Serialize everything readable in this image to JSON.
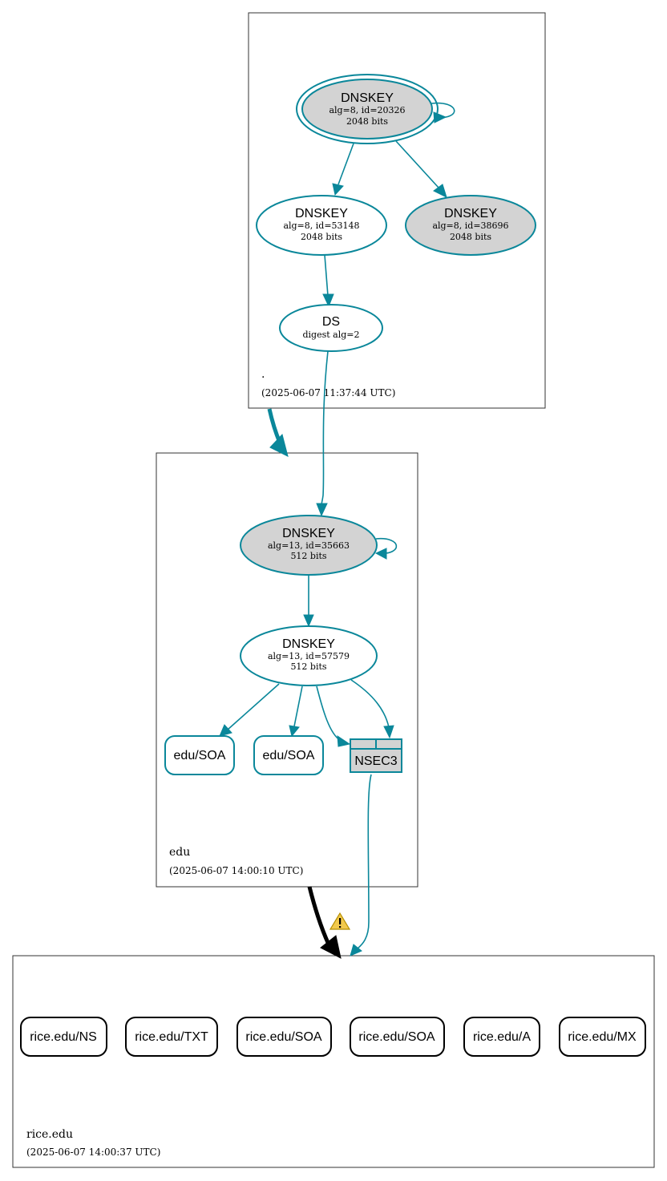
{
  "zones": {
    "root": {
      "name": ".",
      "timestamp": "(2025-06-07 11:37:44 UTC)"
    },
    "edu": {
      "name": "edu",
      "timestamp": "(2025-06-07 14:00:10 UTC)"
    },
    "rice": {
      "name": "rice.edu",
      "timestamp": "(2025-06-07 14:00:37 UTC)"
    }
  },
  "root_keys": {
    "ksk": {
      "title": "DNSKEY",
      "line1": "alg=8, id=20326",
      "line2": "2048 bits"
    },
    "zsk": {
      "title": "DNSKEY",
      "line1": "alg=8, id=53148",
      "line2": "2048 bits"
    },
    "standby": {
      "title": "DNSKEY",
      "line1": "alg=8, id=38696",
      "line2": "2048 bits"
    }
  },
  "ds": {
    "title": "DS",
    "line1": "digest alg=2"
  },
  "edu_keys": {
    "ksk": {
      "title": "DNSKEY",
      "line1": "alg=13, id=35663",
      "line2": "512 bits"
    },
    "zsk": {
      "title": "DNSKEY",
      "line1": "alg=13, id=57579",
      "line2": "512 bits"
    }
  },
  "edu_records": [
    "edu/SOA",
    "edu/SOA"
  ],
  "nsec3": {
    "label": "NSEC3"
  },
  "rice_records": [
    "rice.edu/NS",
    "rice.edu/TXT",
    "rice.edu/SOA",
    "rice.edu/SOA",
    "rice.edu/A",
    "rice.edu/MX"
  ],
  "delegation_warning": {
    "icon": "warning-icon"
  },
  "colors": {
    "edge": "#0a879a",
    "key_fill_shaded": "#d3d3d3",
    "insecure_delegation": "#000000",
    "warning": "#f2c94c"
  }
}
